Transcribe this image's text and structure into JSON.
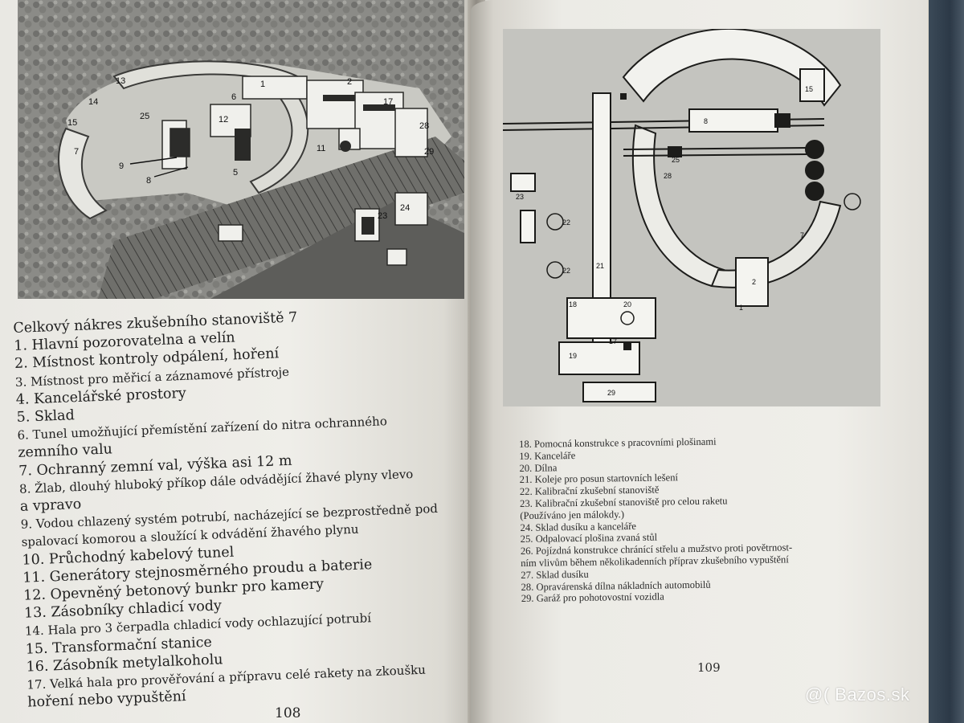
{
  "left_page": {
    "title": "Celkový nákres zkušebního stanoviště 7",
    "lines": [
      "1. Hlavní pozorovatelna a velín",
      "2. Místnost kontroly odpálení, hoření",
      "3. Místnost pro měřicí a záznamové přístroje",
      "4. Kancelářské prostory",
      "5. Sklad",
      "6. Tunel umožňující přemístění zařízení do nitra ochranného",
      "zemního valu",
      "7. Ochranný zemní val, výška asi 12 m",
      "8. Žlab, dlouhý hluboký příkop dále odvádějící žhavé plyny vlevo",
      "a vpravo",
      "9. Vodou chlazený systém potrubí, nacházející se bezprostředně pod",
      "spalovací komorou a sloužící k odvádění žhavého plynu",
      "10. Průchodný kabelový tunel",
      "11. Generátory stejnosměrného proudu a baterie",
      "12. Opevněný betonový bunkr pro kamery",
      "13. Zásobníky chladicí vody",
      "14. Hala pro 3 čerpadla chladicí vody ochlazující potrubí",
      "15. Transformační stanice",
      "16. Zásobník metylalkoholu",
      "17. Velká hala pro prověřování a přípravu celé rakety na zkoušku",
      "hoření nebo vypuštění"
    ],
    "page_number": "108",
    "illustration_labels": [
      "13",
      "14",
      "15",
      "25",
      "12",
      "6",
      "1",
      "2",
      "17",
      "9",
      "8",
      "7",
      "5",
      "11",
      "24",
      "23",
      "28",
      "29"
    ]
  },
  "right_page": {
    "lines": [
      "18. Pomocná konstrukce s pracovními plošinami",
      "19. Kanceláře",
      "20. Dílna",
      "21. Koleje pro posun startovních lešení",
      "22. Kalibrační zkušební stanoviště",
      "23. Kalibrační zkušební stanoviště pro celou raketu",
      "(Používáno jen málokdy.)",
      "24. Sklad dusíku a kanceláře",
      "25. Odpalovací plošina zvaná stůl",
      "26. Pojízdná konstrukce chránící střelu a mužstvo proti povětrnost-",
      "ním vlivům během několikadenních příprav zkušebního vypuštění",
      "27. Sklad dusíku",
      "28. Opravárenská dílna nákladních automobilů",
      "29. Garáž pro pohotovostní vozidla"
    ],
    "page_number": "109",
    "plan_labels": [
      "15",
      "8",
      "25",
      "28",
      "23",
      "22",
      "22",
      "21",
      "20",
      "17",
      "19",
      "18",
      "29",
      "7",
      "1",
      "2"
    ]
  },
  "watermark": "@( Bazos.sk",
  "colors": {
    "paper": "#efeee9",
    "ink": "#1f1f1f",
    "plan_dark": "#3b3b39",
    "cover": "#2c3947"
  }
}
